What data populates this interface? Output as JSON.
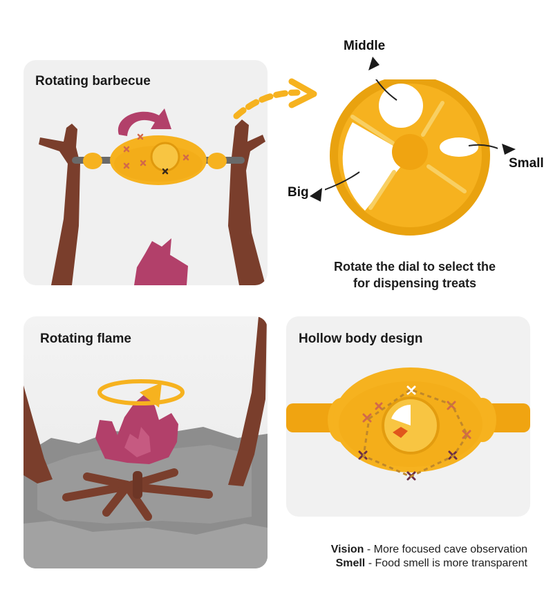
{
  "cards": {
    "bbq": {
      "title": "Rotating barbecue"
    },
    "flame": {
      "title": "Rotating flame"
    },
    "hollow": {
      "title": "Hollow body design"
    }
  },
  "dial": {
    "labels": {
      "middle": "Middle",
      "small": "Small",
      "big": "Big"
    },
    "caption_line1": "Rotate the dial to select the",
    "caption_line2": "for dispensing treats"
  },
  "features": [
    {
      "name": "Vision",
      "text": " - More focused cave observation"
    },
    {
      "name": "Smell",
      "text": " - Food smell is more transparent"
    }
  ],
  "colors": {
    "yellow": "#f6b21f",
    "orange": "#f0a411",
    "flame": "#b2406a",
    "wood": "#7a3e2c",
    "gray": "#8d8d8d"
  }
}
